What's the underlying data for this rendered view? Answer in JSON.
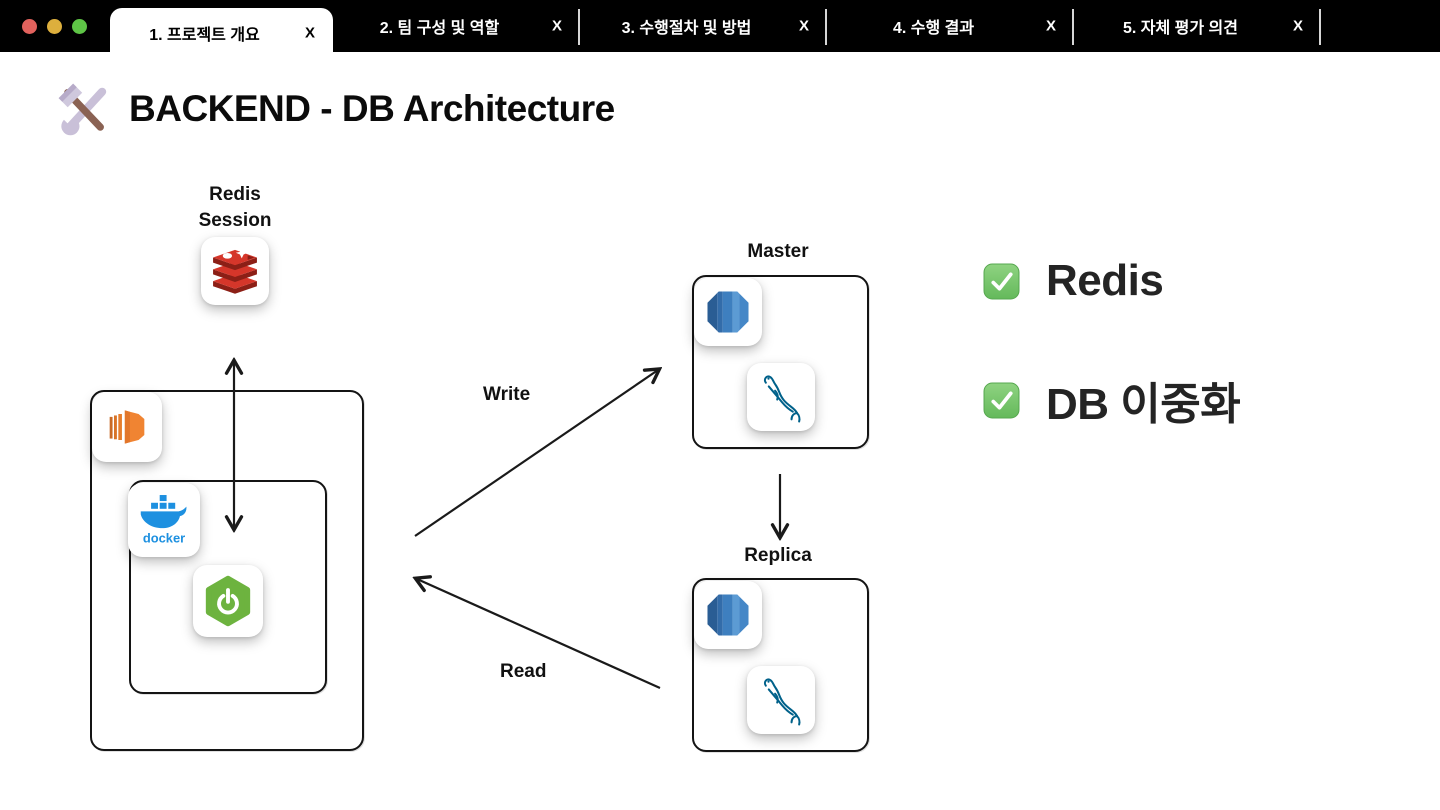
{
  "window": {
    "tabs": [
      {
        "label": "1. 프로젝트 개요",
        "close_label": "X",
        "active": true
      },
      {
        "label": "2. 팀 구성 및 역할",
        "close_label": "X",
        "active": false
      },
      {
        "label": "3. 수행절차 및 방법",
        "close_label": "X",
        "active": false
      },
      {
        "label": "4. 수행 결과",
        "close_label": "X",
        "active": false
      },
      {
        "label": "5. 자체 평가 의견",
        "close_label": "X",
        "active": false
      }
    ]
  },
  "header": {
    "title": "BACKEND - DB Architecture",
    "title_icon": "hammer-and-wrench"
  },
  "diagram": {
    "redis_label_line1": "Redis",
    "redis_label_line2": "Session",
    "write_label": "Write",
    "read_label": "Read",
    "master_label": "Master",
    "replica_label": "Replica",
    "docker_wordmark": "docker",
    "icons": [
      "redis",
      "aws-ec2",
      "docker",
      "spring-boot",
      "aws-rds",
      "mysql"
    ]
  },
  "checklist": {
    "items": [
      {
        "icon": "green-check",
        "label": "Redis"
      },
      {
        "icon": "green-check",
        "label": "DB 이중화"
      }
    ]
  },
  "colors": {
    "titlebar_black": "#000000",
    "redis_red": "#d5362a",
    "redis_dark_red": "#8c1f16",
    "docker_blue": "#1d90e0",
    "spring_green": "#6db33f",
    "aws_orange": "#f08432",
    "rds_blue": "#3e7fbf",
    "mysql_teal": "#00618a",
    "check_green": "#6ec167",
    "arrow_black": "#1a1a1a"
  }
}
